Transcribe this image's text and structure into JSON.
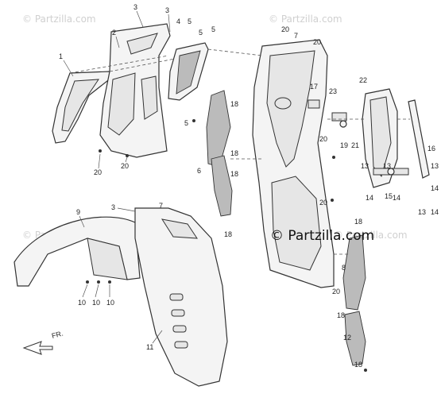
{
  "watermark": "© Partzilla.com",
  "main_watermark": "© Partzilla.com",
  "direction_label": "FR.",
  "callouts": {
    "c1": "1",
    "c2": "2",
    "c3a": "3",
    "c3b": "3",
    "c4": "4",
    "c5a": "5",
    "c5b": "5",
    "c5c": "5",
    "c5d": "5",
    "c20a": "20",
    "c20b": "20",
    "c20c": "20",
    "c20d": "20",
    "c20e": "20",
    "c20f": "20",
    "c20g": "20",
    "c7": "7",
    "c18a": "18",
    "c18b": "18",
    "c18c": "18",
    "c18d": "18",
    "c18e": "18",
    "c18f": "18",
    "c6": "6",
    "c17": "17",
    "c23": "23",
    "c19": "19",
    "c21": "21",
    "c22": "22",
    "c16": "16",
    "c13a": "13",
    "c13b": "13",
    "c13c": "13",
    "c14a": "14",
    "c14b": "14",
    "c14c": "14",
    "c14d": "14",
    "c15": "15",
    "c8": "8",
    "c12": "12",
    "c9": "9",
    "c3c": "3",
    "c7b": "7",
    "c10a": "10",
    "c10b": "10",
    "c10c": "10",
    "c11": "11"
  }
}
